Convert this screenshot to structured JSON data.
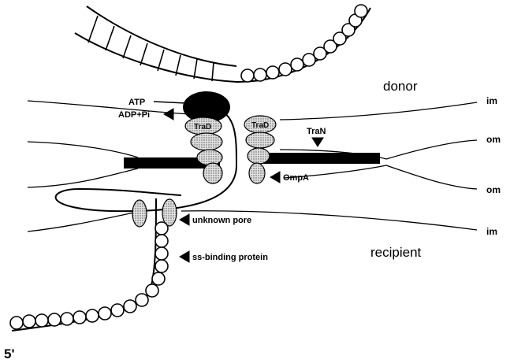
{
  "labels": {
    "donor": "donor",
    "recipient": "recipient",
    "im_top": "im",
    "om_top": "om",
    "om_bottom": "om",
    "im_bottom": "im",
    "atp": "ATP",
    "adp": "ADP+Pi",
    "trad_left": "TraD",
    "trad_right": "TraD",
    "tran": "TraN",
    "ompa": "OmpA",
    "unknown_pore": "unknown pore",
    "ss_binding": "ss-binding protein",
    "five_prime": "5'"
  },
  "colors": {
    "line": "#000000",
    "protein_fill": "#b8b8b8",
    "atpase_fill": "#000000",
    "bead_fill": "#ffffff"
  }
}
